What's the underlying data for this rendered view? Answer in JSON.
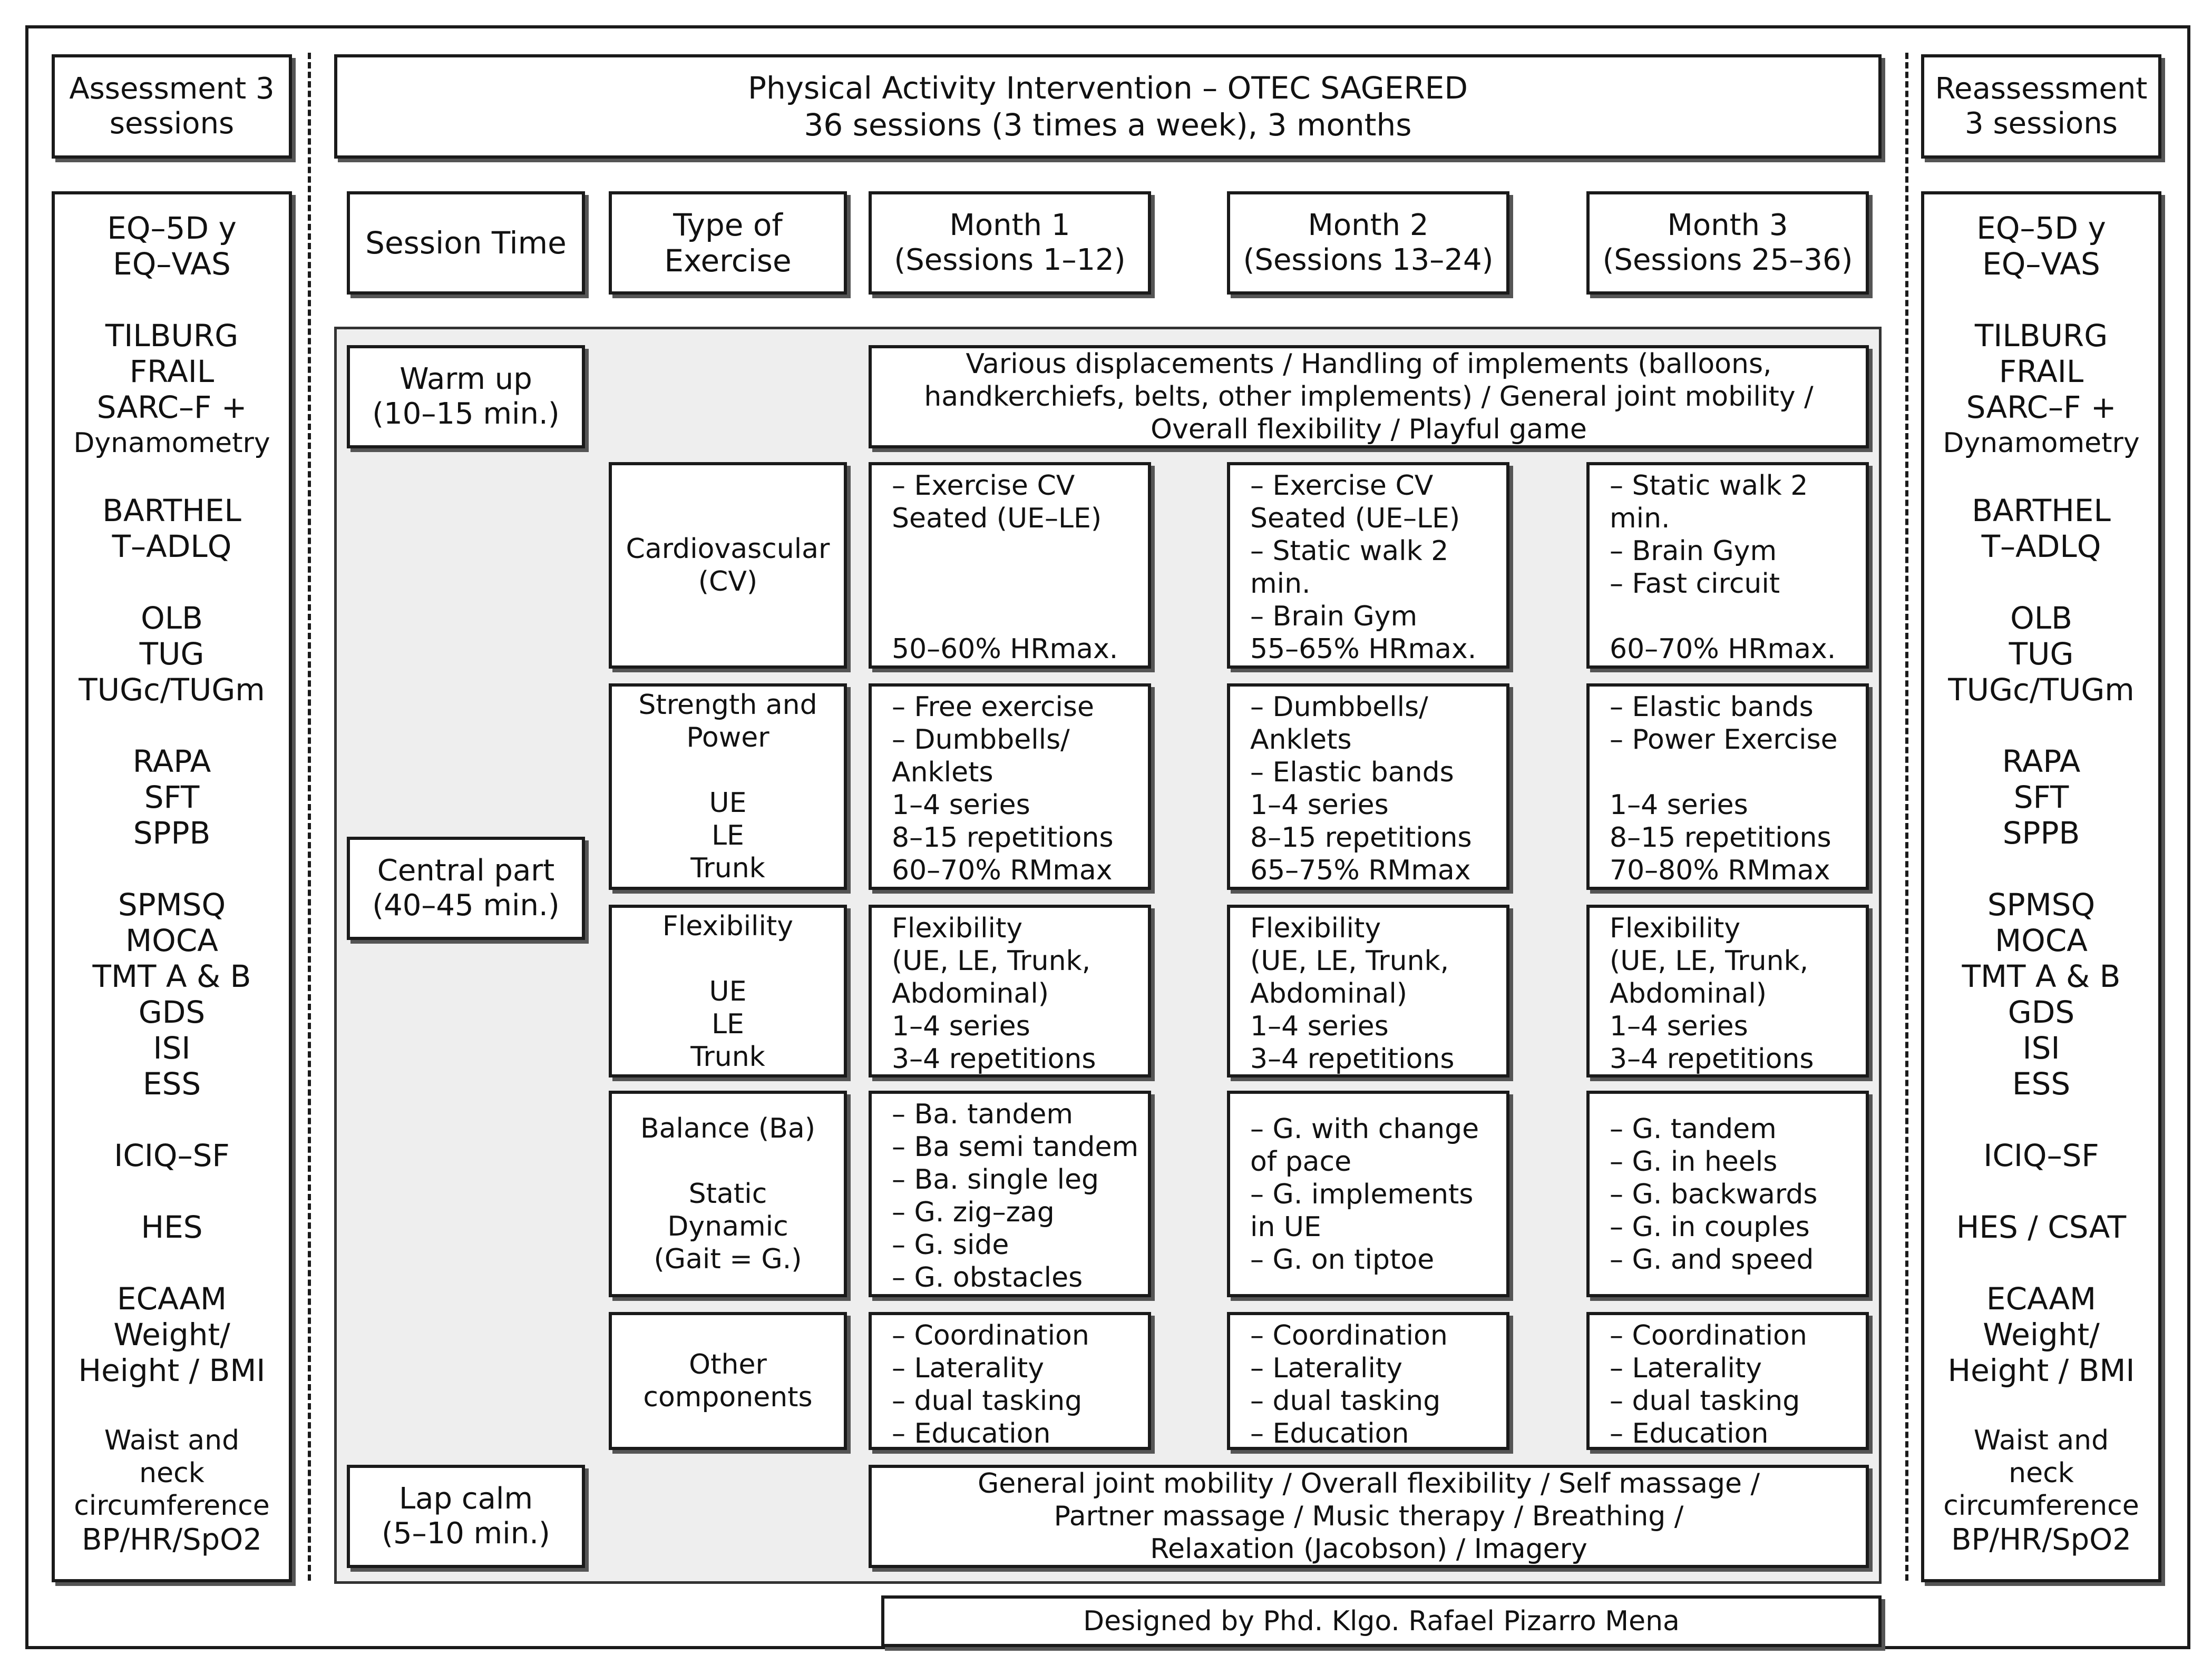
{
  "header": {
    "assessment": [
      "Assessment 3",
      "sessions"
    ],
    "intervention": [
      "Physical Activity Intervention – OTEC SAGERED",
      "36 sessions (3 times a week), 3 months"
    ],
    "reassessment": [
      "Reassessment",
      "3 sessions"
    ]
  },
  "columns": {
    "session_time": "Session Time",
    "type_of_exercise": [
      "Type of",
      "Exercise"
    ],
    "months": [
      [
        "Month 1",
        "(Sessions 1–12)"
      ],
      [
        "Month 2",
        "(Sessions 13–24)"
      ],
      [
        "Month 3",
        "(Sessions 25–36)"
      ]
    ]
  },
  "assessment_list": {
    "groups": [
      [
        "EQ–5D y",
        "EQ–VAS"
      ],
      [
        "TILBURG",
        "FRAIL",
        "SARC–F +",
        "Dynamometry"
      ],
      [
        "BARTHEL",
        "T–ADLQ"
      ],
      [
        "OLB",
        "TUG",
        "TUGc/TUGm"
      ],
      [
        "RAPA",
        "SFT",
        "SPPB"
      ],
      [
        "SPMSQ",
        "MOCA",
        "TMT A & B",
        "GDS",
        "ISI",
        "ESS"
      ],
      [
        "ICIQ–SF"
      ],
      [
        "HES"
      ],
      [
        "ECAAM",
        "Weight/",
        "Height / BMI"
      ],
      [
        "Waist and",
        "neck",
        "circumference",
        "BP/HR/SpO2"
      ]
    ]
  },
  "reassessment_list": {
    "groups": [
      [
        "EQ–5D y",
        "EQ–VAS"
      ],
      [
        "TILBURG",
        "FRAIL",
        "SARC–F +",
        "Dynamometry"
      ],
      [
        "BARTHEL",
        "T–ADLQ"
      ],
      [
        "OLB",
        "TUG",
        "TUGc/TUGm"
      ],
      [
        "RAPA",
        "SFT",
        "SPPB"
      ],
      [
        "SPMSQ",
        "MOCA",
        "TMT A & B",
        "GDS",
        "ISI",
        "ESS"
      ],
      [
        "ICIQ–SF"
      ],
      [
        "HES / CSAT"
      ],
      [
        "ECAAM",
        "Weight/",
        "Height / BMI"
      ],
      [
        "Waist and",
        "neck",
        "circumference",
        "BP/HR/SpO2"
      ]
    ]
  },
  "phases": {
    "warm_up": [
      "Warm up",
      "(10–15 min.)"
    ],
    "central_part": [
      "Central part",
      "(40–45 min.)"
    ],
    "lap_calm": [
      "Lap calm",
      "(5–10 min.)"
    ]
  },
  "warm_up_content": [
    "Various displacements / Handling of implements (balloons,",
    "handkerchiefs, belts, other implements) / General joint mobility /",
    "Overall flexibility / Playful game"
  ],
  "lap_calm_content": [
    "General joint mobility / Overall flexibility / Self massage /",
    "Partner massage / Music therapy / Breathing /",
    "Relaxation (Jacobson) / Imagery"
  ],
  "exercise_types": [
    [
      "Cardiovascular",
      "(CV)"
    ],
    [
      "Strength and",
      "Power",
      "",
      "UE",
      "LE",
      "Trunk"
    ],
    [
      "Flexibility",
      "",
      "UE",
      "LE",
      "Trunk"
    ],
    [
      "Balance (Ba)",
      "",
      "Static",
      "Dynamic",
      "(Gait = G.)"
    ],
    [
      "Other",
      "components"
    ]
  ],
  "cells": {
    "cv": [
      [
        "– Exercise CV",
        "Seated (UE–LE)",
        "",
        "",
        "",
        "50–60% HRmax."
      ],
      [
        "– Exercise CV",
        "Seated (UE–LE)",
        "– Static walk 2",
        "min.",
        "– Brain Gym",
        "55–65% HRmax."
      ],
      [
        "– Static walk 2",
        "min.",
        "– Brain Gym",
        "– Fast circuit",
        "",
        "60–70% HRmax."
      ]
    ],
    "strength": [
      [
        "– Free exercise",
        "– Dumbbells/",
        "Anklets",
        "1–4 series",
        "8–15 repetitions",
        "60–70% RMmax"
      ],
      [
        "– Dumbbells/",
        "Anklets",
        "– Elastic bands",
        "1–4 series",
        "8–15 repetitions",
        "65–75% RMmax"
      ],
      [
        "– Elastic bands",
        "– Power Exercise",
        "",
        "1–4 series",
        "8–15 repetitions",
        "70–80% RMmax"
      ]
    ],
    "flexibility": [
      [
        "Flexibility",
        "(UE, LE, Trunk,",
        "Abdominal)",
        "1–4 series",
        "3–4 repetitions"
      ],
      [
        "Flexibility",
        "(UE, LE, Trunk,",
        "Abdominal)",
        "1–4 series",
        "3–4 repetitions"
      ],
      [
        "Flexibility",
        "(UE, LE, Trunk,",
        "Abdominal)",
        "1–4 series",
        "3–4 repetitions"
      ]
    ],
    "balance": [
      [
        "– Ba. tandem",
        "– Ba semi tandem",
        "– Ba. single leg",
        "– G. zig–zag",
        "– G. side",
        "– G. obstacles"
      ],
      [
        "",
        "– G. with change",
        "of pace",
        "– G. implements",
        "in UE",
        "– G. on tiptoe"
      ],
      [
        "",
        "– G. tandem",
        "– G. in heels",
        "– G. backwards",
        "– G. in couples",
        "– G. and speed"
      ]
    ],
    "other": [
      [
        "– Coordination",
        "– Laterality",
        "– dual tasking",
        "– Education"
      ],
      [
        "– Coordination",
        "– Laterality",
        "– dual tasking",
        "– Education"
      ],
      [
        "– Coordination",
        "– Laterality",
        "– dual tasking",
        "– Education"
      ]
    ]
  },
  "credit": "Designed by Phd. Klgo. Rafael Pizarro Mena"
}
